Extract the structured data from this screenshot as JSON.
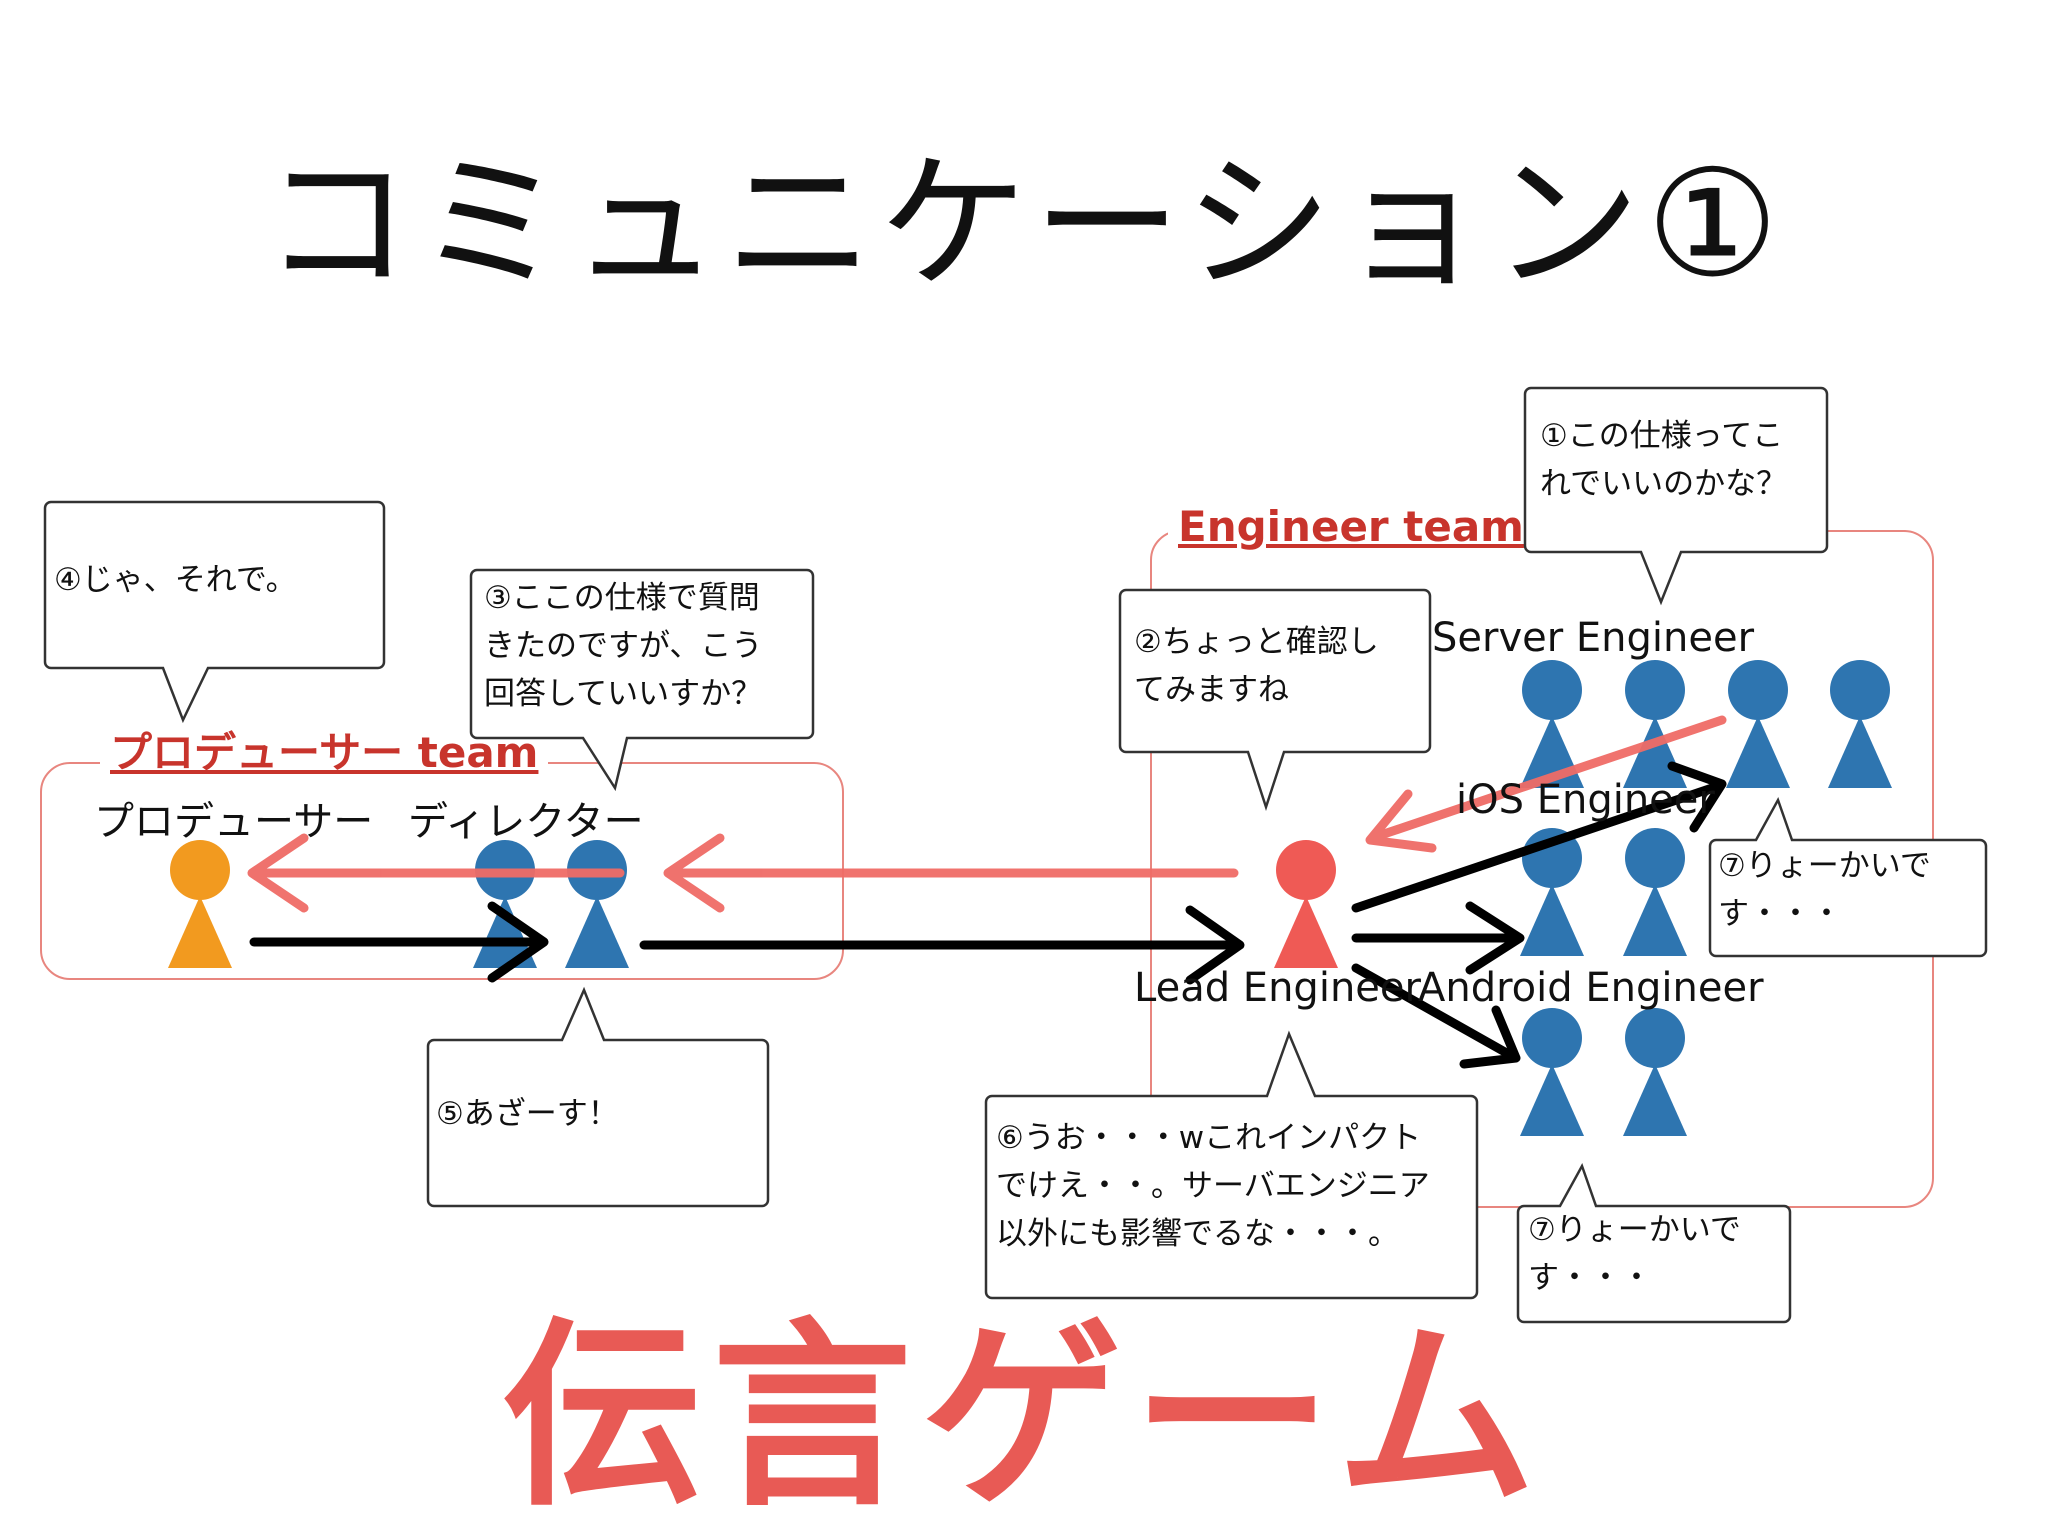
{
  "title": "コミュニケーション①",
  "footer": "伝言ゲーム",
  "teams": {
    "producer": "プロデューサー team",
    "engineer": "Engineer team"
  },
  "roles": {
    "producer": "プロデューサー",
    "director": "ディレクター",
    "server": "Server Engineer",
    "ios": "iOS Engineer",
    "lead": "Lead Engineer",
    "android": "Android Engineer"
  },
  "bubbles": {
    "b1": "①この仕様ってこ\nれでいいのかな？",
    "b2": "②ちょっと確認し\nてみますね",
    "b3": "③ここの仕様で質問\nきたのですが、こう\n回答していいすか？",
    "b4": "④じゃ、それで。",
    "b5": "⑤あざーす！",
    "b6": "⑥うお・・・wこれインパクト\nでけえ・・。サーバエンジニア\n以外にも影響でるな・・・。",
    "b7a": "⑦りょーかいで\nす・・・",
    "b7b": "⑦りょーかいで\nす・・・"
  },
  "colors": {
    "producer": "#f29a1f",
    "member": "#2e75b0",
    "lead": "#ef5a55",
    "arrow_red": "#ef6b66",
    "arrow_black": "#000000"
  }
}
